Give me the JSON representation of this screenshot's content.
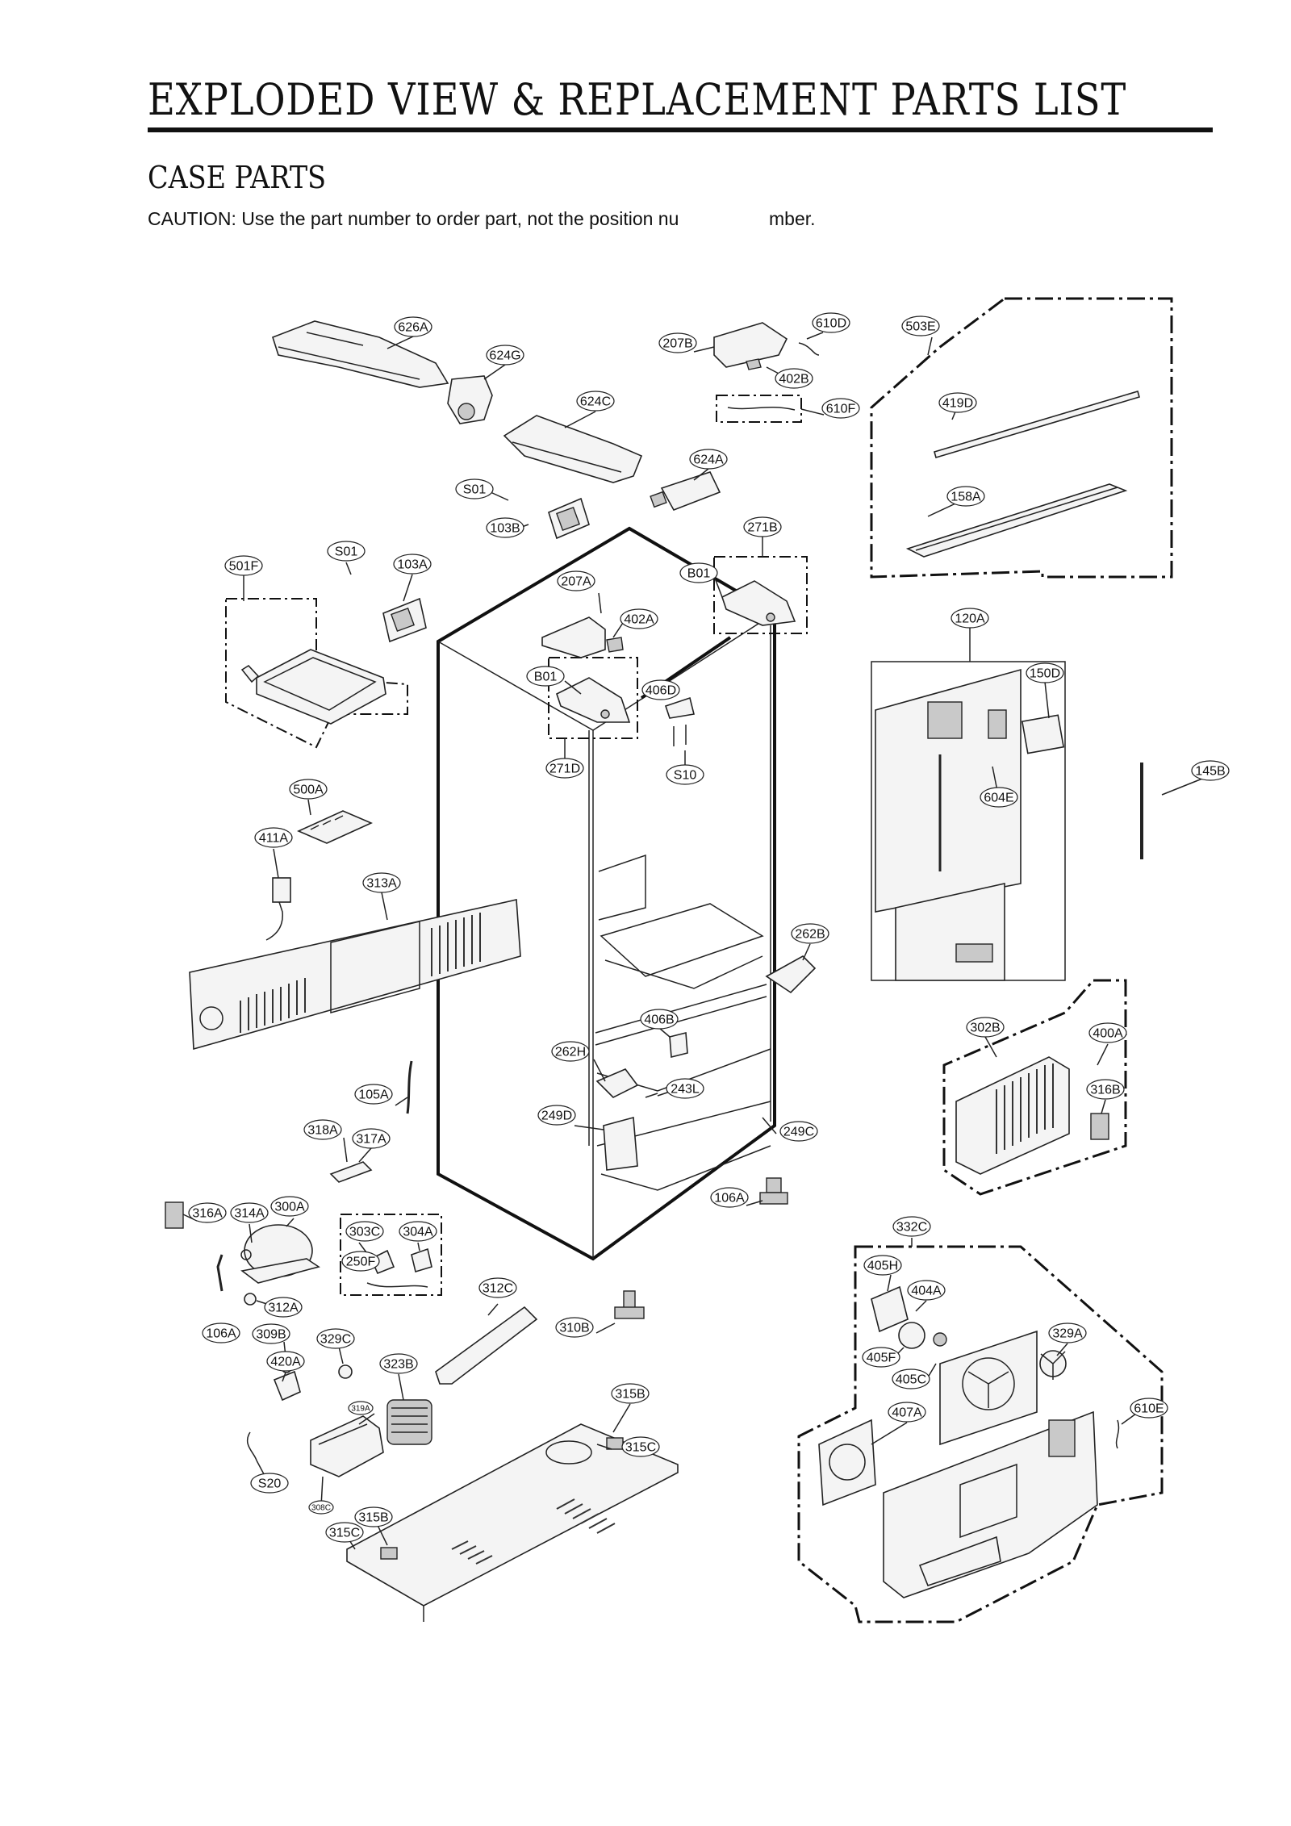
{
  "header": {
    "title": "EXPLODED VIEW & REPLACEMENT PARTS LIST",
    "section": "CASE PARTS",
    "caution_part1": "CAUTION: Use the part number to order part, not the position nu",
    "caution_part2": "mber."
  },
  "callouts": [
    "626A",
    "624G",
    "624C",
    "624A",
    "207B",
    "610D",
    "402B",
    "610F",
    "503E",
    "419D",
    "158A",
    "S01",
    "103B",
    "S01",
    "103A",
    "501F",
    "271B",
    "B01",
    "207A",
    "402A",
    "B01",
    "406D",
    "271D",
    "S10",
    "120A",
    "150D",
    "604E",
    "145B",
    "500A",
    "411A",
    "313A",
    "262B",
    "406B",
    "302B",
    "400A",
    "262H",
    "316B",
    "105A",
    "243L",
    "249D",
    "249C",
    "318A",
    "317A",
    "106A",
    "316A",
    "314A",
    "300A",
    "303C",
    "304A",
    "250F",
    "332C",
    "405H",
    "404A",
    "312C",
    "312A",
    "310B",
    "106A",
    "329A",
    "309B",
    "329C",
    "405F",
    "405C",
    "420A",
    "323B",
    "315B",
    "610E",
    "407A",
    "319A",
    "315C",
    "S20",
    "308C",
    "315B",
    "315C"
  ]
}
